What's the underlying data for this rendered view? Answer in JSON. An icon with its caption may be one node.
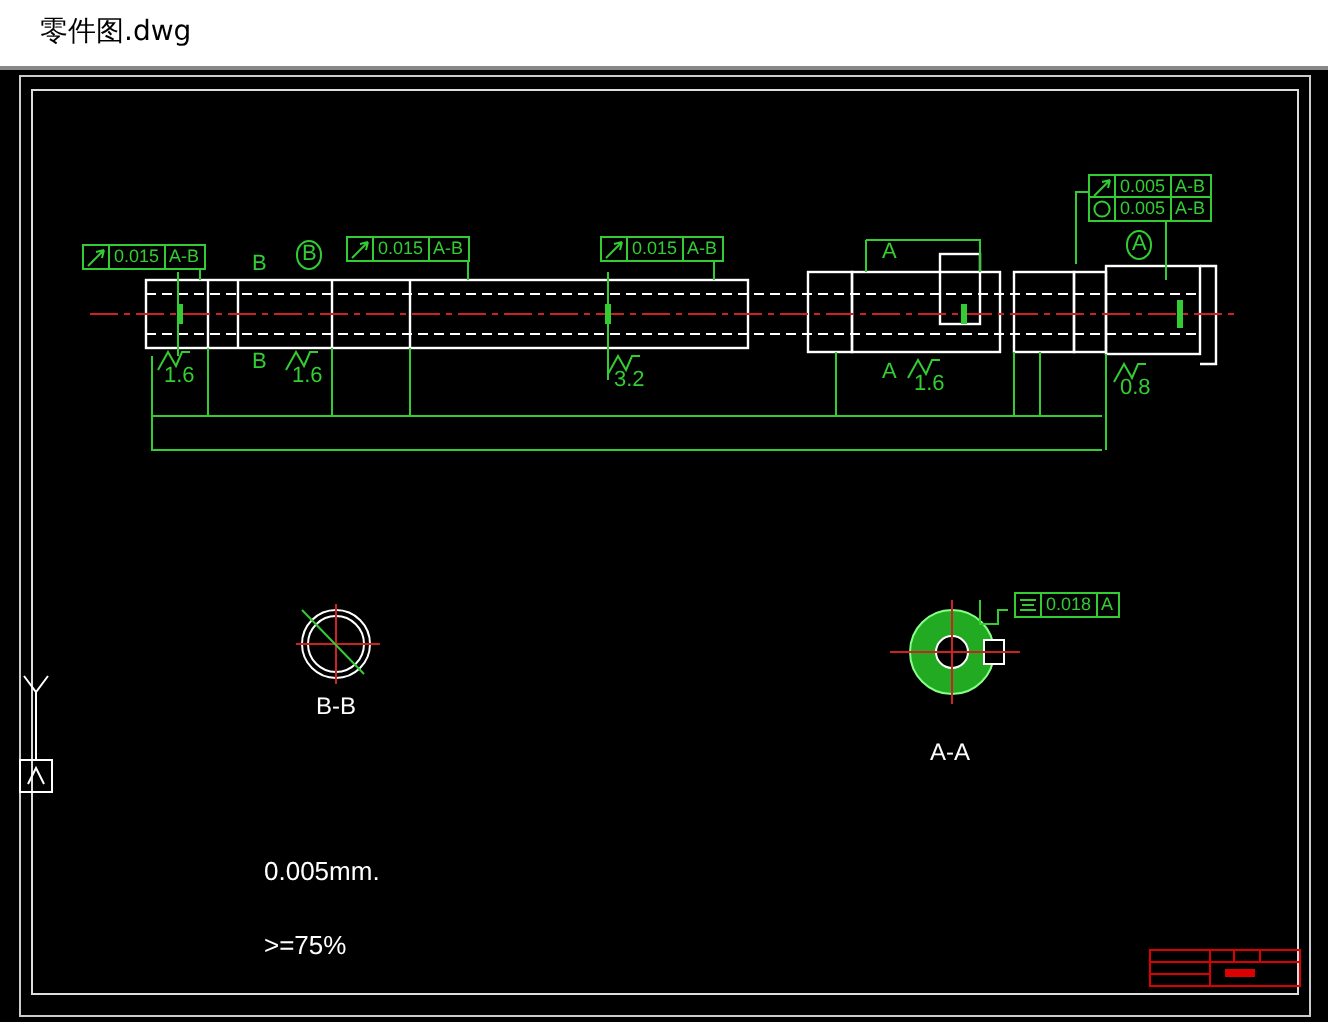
{
  "diagram": {
    "title": "零件图.dwg",
    "labels": [
      "0.015",
      "A-B",
      "B",
      "B",
      "0.015",
      "A-B",
      "0.015",
      "A-B",
      "0.005",
      "A-B",
      "0.005",
      "A-B",
      "A",
      "A",
      "1.6",
      "B",
      "1.6",
      "3.2",
      "A",
      "1.6",
      "0.8",
      "0.018",
      "A",
      "B-B",
      "A-A",
      "0.005mm.",
      ">=75%"
    ]
  }
}
